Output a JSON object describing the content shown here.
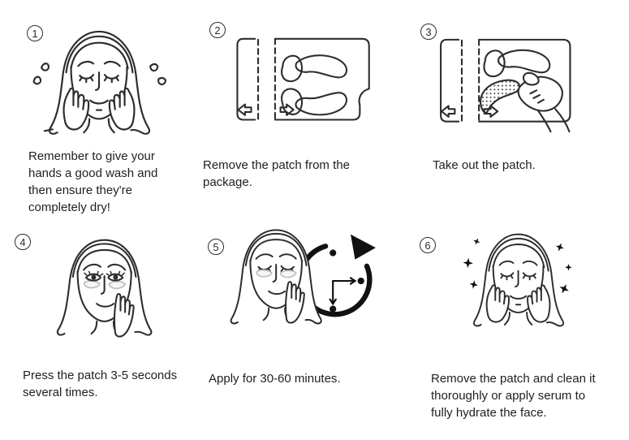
{
  "colors": {
    "ink": "#2d2d2d",
    "patch_gray": "#bdbdbd",
    "patch_gray_fill": "#f5f5f5",
    "background": "#ffffff"
  },
  "steps": [
    {
      "number": "1",
      "caption": "Remember to give your hands a good wash and then ensure they're completely dry!",
      "illustration": "washed-face-with-hands-and-water-drops"
    },
    {
      "number": "2",
      "caption": "Remove the patch from the package.",
      "illustration": "package-with-two-eye-patches"
    },
    {
      "number": "3",
      "caption": "Take out the patch.",
      "illustration": "hand-taking-patch-out-of-package"
    },
    {
      "number": "4",
      "caption": "Press the patch 3-5 seconds several times.",
      "illustration": "finger-pressing-under-eye-patch"
    },
    {
      "number": "5",
      "caption": "Apply for 30-60 minutes.",
      "illustration": "face-with-patches-and-timer-clock"
    },
    {
      "number": "6",
      "caption": "Remove the patch and clean it thoroughly or apply serum to fully hydrate the face.",
      "illustration": "refreshed-face-with-sparkles"
    }
  ]
}
